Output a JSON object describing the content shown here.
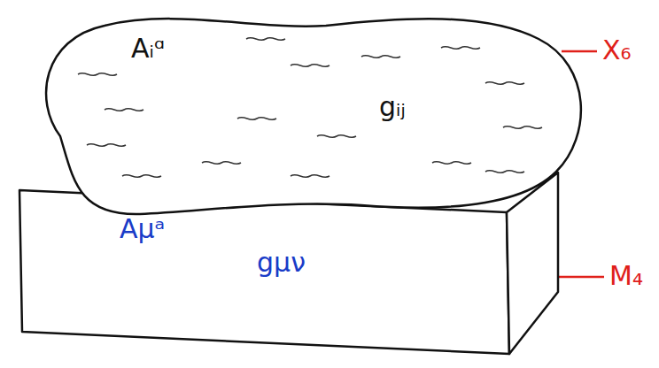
{
  "diagram": {
    "nodes": [
      {
        "text": [
          "Aᵢᵅ",
          "gᵢⱼ"
        ]
      },
      {
        "text": [
          "Aμᵃ",
          "gμν"
        ]
      }
    ],
    "labels": [
      "X₆",
      "M₄"
    ]
  }
}
